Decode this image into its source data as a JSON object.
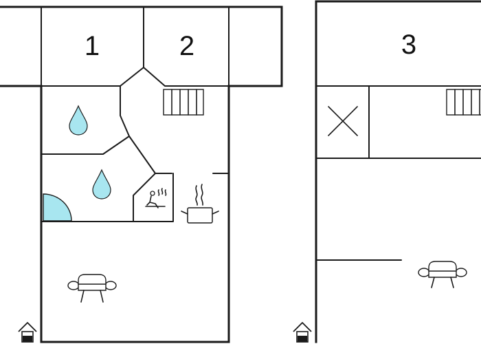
{
  "rooms": [
    {
      "label": "1"
    },
    {
      "label": "2"
    },
    {
      "label": "3"
    }
  ],
  "colors": {
    "walls": "#1a1a1a",
    "water_fixture": "#a8e6f0",
    "background": "#ffffff"
  },
  "icons": {
    "shower_drop": "water-drop-icon",
    "shower_corner": "shower-tray-icon",
    "sauna": "sauna-icon",
    "kitchen": "cooking-pot-icon",
    "sofa": "sofa-icon",
    "radiator": "radiator-icon",
    "void": "cross-mark-icon",
    "entrance": "entrance-house-icon"
  }
}
